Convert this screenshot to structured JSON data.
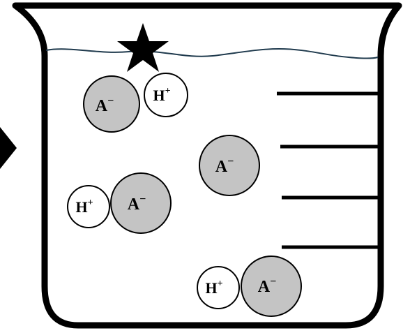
{
  "colors": {
    "outline": "#000000",
    "water_line": "#1f3a4d",
    "anion_fill": "#c4c4c4",
    "proton_fill": "#ffffff",
    "background": "#ffffff"
  },
  "labels": {
    "anion": {
      "base": "A",
      "charge": "−"
    },
    "proton": {
      "base": "H",
      "charge": "+"
    }
  },
  "icons": {
    "marker": "star-icon",
    "pointer": "arrow-right-icon"
  },
  "beaker": {
    "graduation_count": 4
  }
}
